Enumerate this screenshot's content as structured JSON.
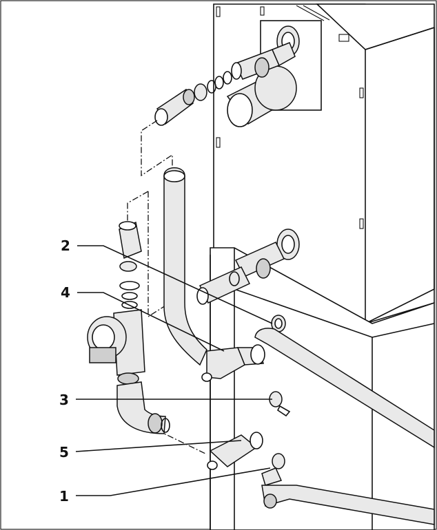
{
  "callouts": [
    {
      "id": "1",
      "label": "1"
    },
    {
      "id": "2",
      "label": "2"
    },
    {
      "id": "3",
      "label": "3"
    },
    {
      "id": "4",
      "label": "4"
    },
    {
      "id": "5",
      "label": "5"
    }
  ],
  "colors": {
    "line": "#111111",
    "shade": "#e9e9e9",
    "dark_shade": "#cfcfcf",
    "background": "#ffffff"
  }
}
